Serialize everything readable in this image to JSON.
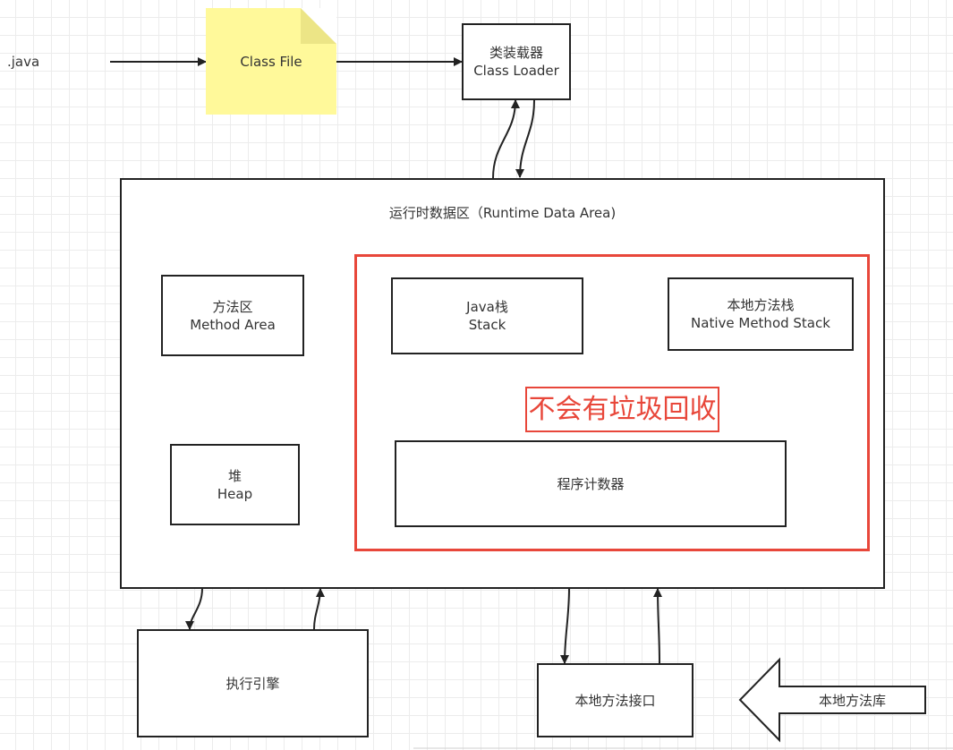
{
  "source": {
    "label": ".java"
  },
  "class_file": {
    "label": "Class File"
  },
  "class_loader": {
    "line1": "类装载器",
    "line2": "Class Loader"
  },
  "runtime_area": {
    "title": "运行时数据区（Runtime Data Area)"
  },
  "method_area": {
    "line1": "方法区",
    "line2": "Method Area"
  },
  "heap": {
    "line1": "堆",
    "line2": "Heap"
  },
  "java_stack": {
    "line1": "Java栈",
    "line2": "Stack"
  },
  "native_stack": {
    "line1": "本地方法栈",
    "line2": "Native Method Stack"
  },
  "no_gc_label": "不会有垃圾回收",
  "pc_register": {
    "label": "程序计数器"
  },
  "execution_engine": {
    "label": "执行引擎"
  },
  "native_interface": {
    "label": "本地方法接口"
  },
  "native_library": {
    "label": "本地方法库"
  },
  "colors": {
    "border": "#222222",
    "highlight_red": "#e8473a",
    "note_yellow": "#fff99a",
    "grid": "#ececec"
  }
}
